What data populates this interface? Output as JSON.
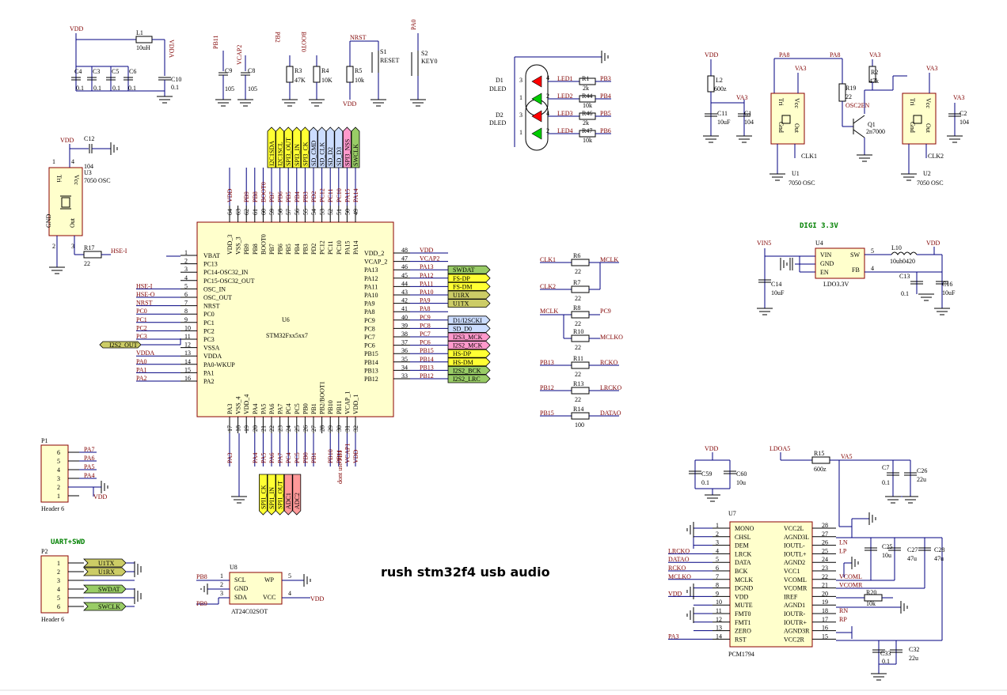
{
  "title": "rush stm32f4 usb audio",
  "subtitle": "DIGI 3.3V",
  "subtitle_uart": "UART+SWD",
  "mcu": {
    "ref": "U6",
    "name": "STM32Fxx5xx7",
    "left_pins": [
      {
        "num": "1",
        "name": "VBAT"
      },
      {
        "num": "2",
        "name": "PC13"
      },
      {
        "num": "3",
        "name": "PC14-OSC32_IN"
      },
      {
        "num": "4",
        "name": "PC15-OSC32_OUT"
      },
      {
        "num": "5",
        "name": "OSC_IN"
      },
      {
        "num": "6",
        "name": "OSC_OUT"
      },
      {
        "num": "7",
        "name": "NRST"
      },
      {
        "num": "8",
        "name": "PC0"
      },
      {
        "num": "9",
        "name": "PC1"
      },
      {
        "num": "10",
        "name": "PC2"
      },
      {
        "num": "11",
        "name": "PC3"
      },
      {
        "num": "12",
        "name": "VSSA"
      },
      {
        "num": "13",
        "name": "VDDA"
      },
      {
        "num": "14",
        "name": "PA0-WKUP"
      },
      {
        "num": "15",
        "name": "PA1"
      },
      {
        "num": "16",
        "name": "PA2"
      }
    ],
    "left_nets": [
      "",
      "",
      "",
      "",
      "HSE-I",
      "HSE-O",
      "NRST",
      "PC0",
      "PC1",
      "PC2",
      "PC3",
      "",
      "VDDA",
      "PA0",
      "PA1",
      "PA2"
    ],
    "right_pins": [
      {
        "num": "48",
        "name": "VDD_2"
      },
      {
        "num": "47",
        "name": "VCAP_2"
      },
      {
        "num": "46",
        "name": "PA13"
      },
      {
        "num": "45",
        "name": "PA12"
      },
      {
        "num": "44",
        "name": "PA11"
      },
      {
        "num": "43",
        "name": "PA10"
      },
      {
        "num": "42",
        "name": "PA9"
      },
      {
        "num": "41",
        "name": "PA8"
      },
      {
        "num": "40",
        "name": "PC9"
      },
      {
        "num": "39",
        "name": "PC8"
      },
      {
        "num": "38",
        "name": "PC7"
      },
      {
        "num": "37",
        "name": "PC6"
      },
      {
        "num": "36",
        "name": "PB15"
      },
      {
        "num": "35",
        "name": "PB14"
      },
      {
        "num": "34",
        "name": "PB13"
      },
      {
        "num": "33",
        "name": "PB12"
      }
    ],
    "right_nets": [
      "VDD",
      "VCAP2",
      "PA13",
      "PA12",
      "PA11",
      "PA10",
      "PA9",
      "PA8",
      "PC9",
      "PC8",
      "PC7",
      "PC6",
      "PB15",
      "PB14",
      "PB13",
      "PB12"
    ],
    "right_flags": [
      "",
      "",
      "SWDAT",
      "FS-DP",
      "FS-DM",
      "U1RX",
      "U1TX",
      "",
      "D1/I2SCKI",
      "SD_D0",
      "I2S3_MCK",
      "I2S2_MCK",
      "HS-DP",
      "HS-DM",
      "I2S2_BCK",
      "I2S2_LRC"
    ],
    "top_pins": [
      {
        "num": "64",
        "name": "VDD_3"
      },
      {
        "num": "63",
        "name": "VSS_3"
      },
      {
        "num": "62",
        "name": "PB9"
      },
      {
        "num": "61",
        "name": "PB8"
      },
      {
        "num": "60",
        "name": "BOOT0"
      },
      {
        "num": "59",
        "name": "PB7"
      },
      {
        "num": "58",
        "name": "PB6"
      },
      {
        "num": "57",
        "name": "PB5"
      },
      {
        "num": "56",
        "name": "PB4"
      },
      {
        "num": "55",
        "name": "PB3"
      },
      {
        "num": "54",
        "name": "PD2"
      },
      {
        "num": "53",
        "name": "PC12"
      },
      {
        "num": "52",
        "name": "PC11"
      },
      {
        "num": "51",
        "name": "PC10"
      },
      {
        "num": "50",
        "name": "PA15"
      },
      {
        "num": "49",
        "name": "PA14"
      }
    ],
    "top_nets": [
      "VDD",
      "",
      "PB9",
      "PB8",
      "BOOT0",
      "PB7",
      "PB6",
      "PB5",
      "PB4",
      "PB3",
      "PD2",
      "PC12",
      "PC11",
      "PC10",
      "PA15",
      "PA14"
    ],
    "top_flags": [
      "",
      "",
      "",
      "",
      "",
      "I2C1SDA",
      "I2C1SCL",
      "SPI3_OUT",
      "SPI3_IN",
      "SPI3_CK",
      "SD_CMD",
      "SD_CLK",
      "SD_D2",
      "SD_D3",
      "SPI3_NSS",
      "SWCLK"
    ],
    "bottom_pins": [
      {
        "num": "17",
        "name": "PA3"
      },
      {
        "num": "18",
        "name": "VSS_4"
      },
      {
        "num": "19",
        "name": "VDD_4"
      },
      {
        "num": "20",
        "name": "PA4"
      },
      {
        "num": "21",
        "name": "PA5"
      },
      {
        "num": "22",
        "name": "PA6"
      },
      {
        "num": "23",
        "name": "PA7"
      },
      {
        "num": "24",
        "name": "PC4"
      },
      {
        "num": "25",
        "name": "PC5"
      },
      {
        "num": "26",
        "name": "PB0"
      },
      {
        "num": "27",
        "name": "PB1"
      },
      {
        "num": "28",
        "name": "PB2/BOOT1"
      },
      {
        "num": "29",
        "name": "PB10"
      },
      {
        "num": "30",
        "name": "PB11"
      },
      {
        "num": "31",
        "name": "VCAP_1"
      },
      {
        "num": "32",
        "name": "VDD_1"
      }
    ],
    "bottom_nets": [
      "PA3",
      "",
      "",
      "PA4",
      "PA5",
      "PA6",
      "PA7",
      "PC4",
      "PC5",
      "PB0",
      "PB1",
      "",
      "PB10",
      "PB11",
      "VCAP1",
      "VDD"
    ],
    "bottom_flags": [
      "",
      "",
      "",
      "",
      "SPI1_CK",
      "SPI1_IN",
      "SPI1_OUT",
      "ADC1",
      "ADC2",
      "",
      "",
      "",
      "",
      "",
      "",
      ""
    ],
    "bottom_note": "dont use PB1"
  },
  "left_flag": "I2S2_OUT",
  "power_top_left": {
    "vdd": "VDD",
    "inductor_ref": "L1",
    "inductor_val": "10uH",
    "vdda": "VDDA",
    "caps": [
      "C4",
      "C3",
      "C5",
      "C6"
    ],
    "cap_vals": [
      "0.1",
      "0.1",
      "0.1",
      "0.1"
    ],
    "c10": "C10",
    "c10_val": "0.1"
  },
  "small_parts": {
    "pb11": "PB11",
    "c9": "C9",
    "c9_val": "105",
    "vcap2": "VCAP2",
    "c8": "C8",
    "c8_val": "105",
    "pb2": "PB2",
    "r3": "R3",
    "r3_val": "47K",
    "boot0": "BOOT0",
    "r4": "R4",
    "r4_val": "10K",
    "nrst": "NRST",
    "r5": "R5",
    "r5_val": "10k",
    "vdd": "VDD",
    "s1": "S1",
    "s1_lbl": "RESET",
    "pa0": "PA0",
    "s2": "S2",
    "s2_lbl": "KEY0"
  },
  "osc_u3": {
    "vdd": "VDD",
    "c12": "C12",
    "c12_val": "104",
    "ref": "U3",
    "name": "7050 OSC",
    "tri": "Tri",
    "vcc": "Vcc",
    "gnd": "GND",
    "out": "Out",
    "r17": "R17",
    "r17_val": "22",
    "net": "HSE-I",
    "p1": "1",
    "p4": "4",
    "p2": "2",
    "p3": "3"
  },
  "leds": {
    "d1": "D1",
    "d1_type": "DLED",
    "d2": "D2",
    "d2_type": "DLED",
    "rows": [
      {
        "net": "LED1",
        "r": "R1",
        "val": "2k",
        "pin": "PB3"
      },
      {
        "net": "LED2",
        "r": "R44",
        "val": "10k",
        "pin": "PB4"
      },
      {
        "net": "LED3",
        "r": "R46",
        "val": "2k",
        "pin": "PB5"
      },
      {
        "net": "LED4",
        "r": "R47",
        "val": "10k",
        "pin": "PB6"
      }
    ]
  },
  "clk_section": {
    "top": [
      {
        "a": "CLK1",
        "r": "R6",
        "val": "22",
        "b": "MCLK"
      },
      {
        "a": "CLK2",
        "r": "R7",
        "val": "22",
        "b": ""
      }
    ],
    "mclk": "MCLK",
    "r8": {
      "r": "R8",
      "val": "22",
      "b": "PC9"
    },
    "r10": {
      "r": "R10",
      "val": "22",
      "b": "MCLKO"
    },
    "rows": [
      {
        "a": "PB13",
        "r": "R11",
        "val": "22",
        "b": "RCKO"
      },
      {
        "a": "PB12",
        "r": "R13",
        "val": "22",
        "b": "LRCKO"
      },
      {
        "a": "PB15",
        "r": "R14",
        "val": "100",
        "b": "DATAO"
      }
    ]
  },
  "osc_right": {
    "vdd": "VDD",
    "l2": "L2",
    "l2_val": "600z",
    "c11": "C11",
    "c11_val": "10uF",
    "va3": "VA3",
    "c1": "C1",
    "c1_val": "104",
    "pa8": "PA8",
    "r19": "R19",
    "r19_val": "22",
    "r2": "R2",
    "r2_val": "47k",
    "osc2en": "OSC2EN",
    "q1": "Q1",
    "q1_val": "2n7000",
    "u1": "U1",
    "u1_name": "7050 OSC",
    "clk1": "CLK1",
    "u2": "U2",
    "u2_name": "7050 OSC",
    "clk2": "CLK2",
    "c2": "C2",
    "c2_val": "104",
    "tri": "Tri",
    "vcc": "Vcc",
    "gnd": "Gnd",
    "out": "Out"
  },
  "ldo": {
    "vin": "VIN5",
    "ref": "U4",
    "name": "LDO3.3V",
    "pins": [
      "VIN",
      "GND",
      "EN",
      "SW",
      "FB"
    ],
    "pin_nums": [
      "1",
      "2",
      "3",
      "5",
      "4"
    ],
    "l10": "L10",
    "l10_val": "10uh0420",
    "vdd": "VDD",
    "c14": "C14",
    "c14_val": "10uF",
    "c13": "C13",
    "c13_val": "0.1",
    "c16": "C16",
    "c16_val": "10uF"
  },
  "p1": {
    "ref": "P1",
    "name": "Header 6",
    "nets": [
      "PA7",
      "PA6",
      "PA5",
      "PA4",
      "",
      ""
    ],
    "nums": [
      "6",
      "5",
      "4",
      "3",
      "2",
      "1"
    ],
    "vdd": "VDD"
  },
  "p2": {
    "ref": "P2",
    "name": "Header 6",
    "nums": [
      "1",
      "2",
      "3",
      "4",
      "5",
      "6"
    ],
    "flags": [
      "U1TX",
      "U1RX",
      "",
      "SWDAT",
      "",
      "SWCLK"
    ]
  },
  "eeprom": {
    "ref": "U8",
    "name": "AT24C02SOT",
    "pins": [
      "SCL",
      "GND",
      "SDA",
      "WP",
      "VCC"
    ],
    "nums": [
      "1",
      "2",
      "3",
      "5",
      "4"
    ],
    "pb8": "PB8",
    "pb9": "PB9",
    "vdd": "VDD"
  },
  "vdd_caps": {
    "vdd": "VDD",
    "c59": "C59",
    "c59_val": "0.1",
    "c60": "C60",
    "c60_val": "10u"
  },
  "dac": {
    "ref": "U7",
    "name": "PCM1794",
    "left_pins": [
      "MONO",
      "CHSL",
      "DEM",
      "LRCK",
      "DATA",
      "BCK",
      "MCLK",
      "DGND",
      "VDD",
      "MUTE",
      "FMT0",
      "FMT1",
      "ZERO",
      "RST"
    ],
    "left_nums": [
      "1",
      "2",
      "3",
      "4",
      "5",
      "6",
      "7",
      "8",
      "9",
      "10",
      "11",
      "12",
      "13",
      "14"
    ],
    "left_nets": [
      "",
      "",
      "",
      "LRCKO",
      "DATAO",
      "RCKO",
      "MCLKO",
      "",
      "VDD",
      "",
      "",
      "",
      "",
      "PA3"
    ],
    "right_pins": [
      "VCC2L",
      "AGND3L",
      "IOUTL-",
      "IOUTL+",
      "AGND2",
      "VCC1",
      "VCOML",
      "VCOMR",
      "IREF",
      "AGND1",
      "IOUTR-",
      "IOUTR+",
      "AGND3R",
      "VCC2R"
    ],
    "right_nums": [
      "28",
      "27",
      "26",
      "25",
      "24",
      "23",
      "22",
      "21",
      "20",
      "19",
      "18",
      "17",
      "16",
      "15"
    ],
    "right_nets": [
      "",
      "",
      "LN",
      "LP",
      "",
      "",
      "VCOML",
      "VCOMR",
      "",
      "",
      "RN",
      "RP",
      "",
      ""
    ],
    "ldoa5": "LDOA5",
    "r15": "R15",
    "r15_val": "600z",
    "va5": "VA5",
    "c7": "C7",
    "c7_val": "0.1",
    "c26": "C26",
    "c26_val": "22u",
    "c25": "C25",
    "c25_val": "10u",
    "c27": "C27",
    "c27_val": "47u",
    "c28": "C28",
    "c28_val": "47u",
    "r20": "R20",
    "r20_val": "10k",
    "c33": "C33",
    "c33_val": "0.1",
    "c32": "C32",
    "c32_val": "22u"
  },
  "colors": {
    "wire": "#000080",
    "chip_fill": "#ffffcc",
    "chip_border": "#8b0000",
    "flag_green": "#99cc66",
    "flag_yellow": "#ffff33",
    "flag_pink": "#ff99cc",
    "flag_blue": "#ccddff",
    "flag_red": "#ff9999",
    "flag_olive": "#cccc66",
    "led_red": "#ff0000",
    "led_green": "#00cc00",
    "title_green": "#008000"
  }
}
